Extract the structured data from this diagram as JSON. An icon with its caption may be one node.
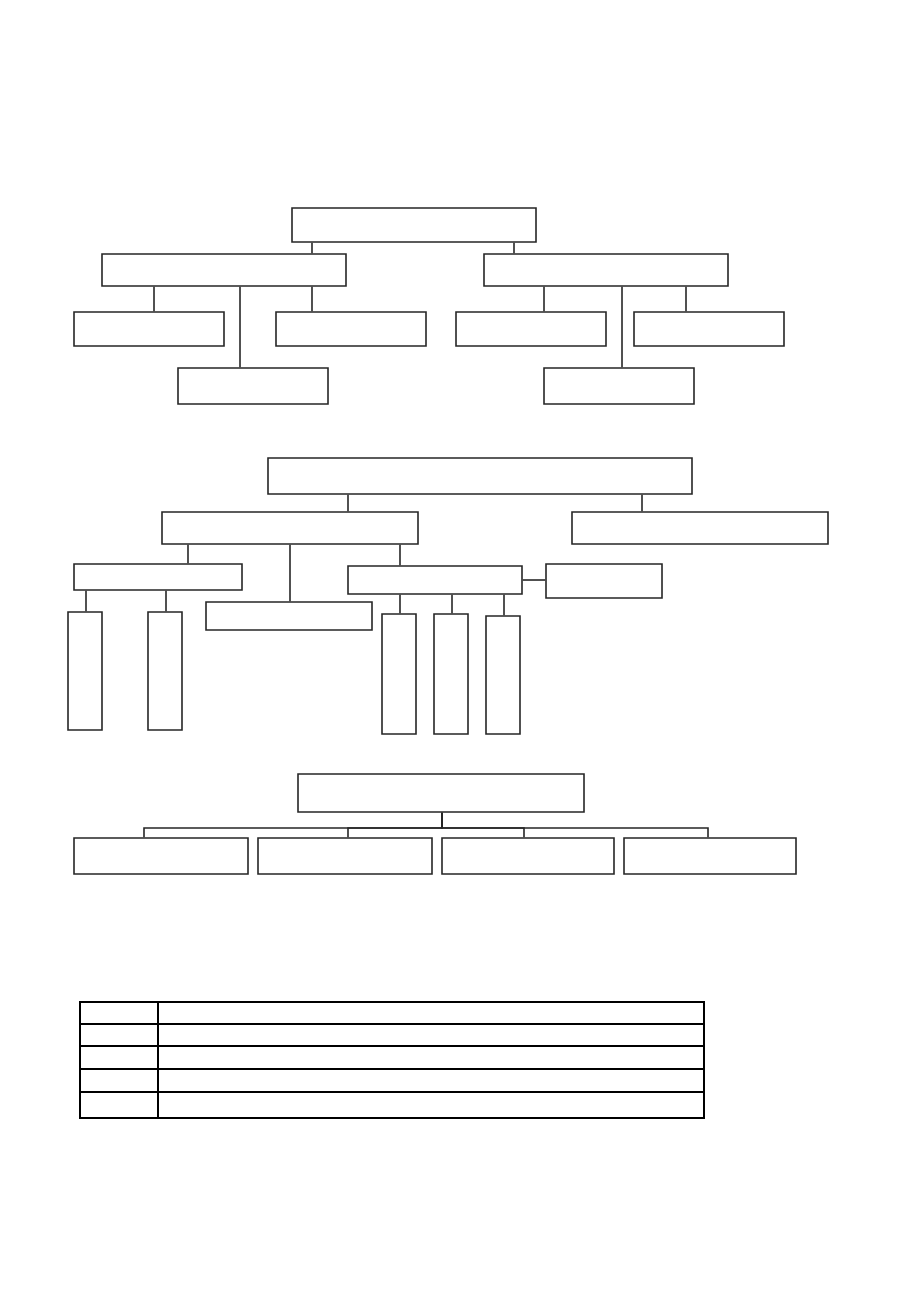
{
  "diagram": {
    "nodes": [
      {
        "text": [],
        "shape": "box"
      },
      {
        "text": [],
        "shape": "box"
      },
      {
        "text": [],
        "shape": "box"
      },
      {
        "text": [],
        "shape": "box"
      },
      {
        "text": [],
        "shape": "box"
      },
      {
        "text": [],
        "shape": "box"
      },
      {
        "text": [],
        "shape": "box"
      },
      {
        "text": [],
        "shape": "box"
      },
      {
        "text": [],
        "shape": "box"
      },
      {
        "text": [],
        "shape": "box"
      },
      {
        "text": [],
        "shape": "box"
      },
      {
        "text": [],
        "shape": "box"
      },
      {
        "text": [],
        "shape": "box"
      },
      {
        "text": [],
        "shape": "box"
      },
      {
        "text": [],
        "shape": "box"
      },
      {
        "text": [],
        "shape": "box"
      },
      {
        "text": [],
        "shape": "box"
      },
      {
        "text": [],
        "shape": "box"
      },
      {
        "text": [],
        "shape": "box"
      },
      {
        "text": [],
        "shape": "box"
      },
      {
        "text": [],
        "shape": "box"
      },
      {
        "text": [],
        "shape": "box"
      },
      {
        "text": [],
        "shape": "box"
      },
      {
        "text": [],
        "shape": "box"
      },
      {
        "text": [],
        "shape": "box"
      },
      {
        "text": [],
        "shape": "box"
      }
    ],
    "edges": [
      {
        "from": 0,
        "to": 1,
        "arrow": "none"
      },
      {
        "from": 0,
        "to": 2,
        "arrow": "none"
      },
      {
        "from": 1,
        "to": 3,
        "arrow": "none"
      },
      {
        "from": 1,
        "to": 4,
        "arrow": "none"
      },
      {
        "from": 1,
        "to": 7,
        "arrow": "none"
      },
      {
        "from": 2,
        "to": 5,
        "arrow": "none"
      },
      {
        "from": 2,
        "to": 6,
        "arrow": "none"
      },
      {
        "from": 2,
        "to": 8,
        "arrow": "none"
      },
      {
        "from": 9,
        "to": 10,
        "arrow": "none"
      },
      {
        "from": 9,
        "to": 11,
        "arrow": "none"
      },
      {
        "from": 10,
        "to": 12,
        "arrow": "none"
      },
      {
        "from": 10,
        "to": 15,
        "arrow": "none"
      },
      {
        "from": 10,
        "to": 13,
        "arrow": "none"
      },
      {
        "from": 13,
        "to": 14,
        "arrow": "none"
      },
      {
        "from": 12,
        "to": 16,
        "arrow": "none"
      },
      {
        "from": 12,
        "to": 17,
        "arrow": "none"
      },
      {
        "from": 13,
        "to": 18,
        "arrow": "none"
      },
      {
        "from": 13,
        "to": 19,
        "arrow": "none"
      },
      {
        "from": 13,
        "to": 20,
        "arrow": "none"
      },
      {
        "from": 21,
        "to": 22,
        "arrow": "none"
      },
      {
        "from": 21,
        "to": 23,
        "arrow": "none"
      },
      {
        "from": 21,
        "to": 24,
        "arrow": "none"
      },
      {
        "from": 21,
        "to": 25,
        "arrow": "none"
      }
    ]
  }
}
